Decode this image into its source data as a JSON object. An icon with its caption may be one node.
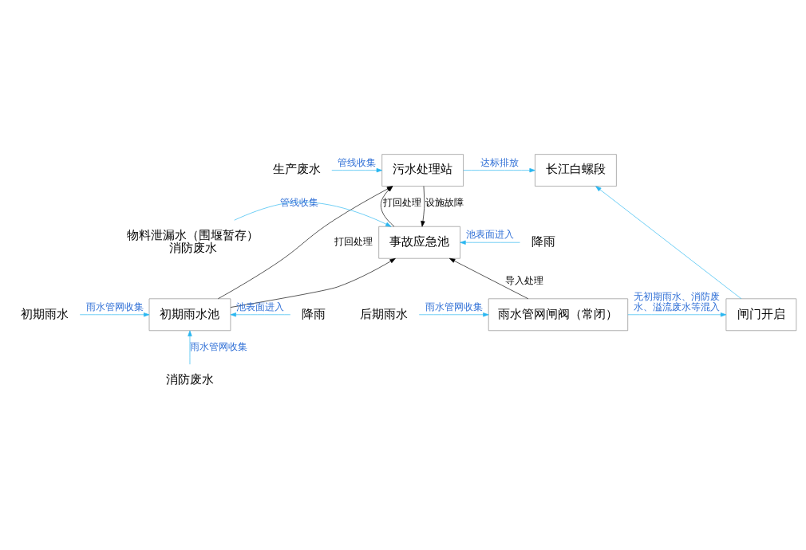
{
  "diagram": {
    "nodes": [
      {
        "text": [
          "生产废水"
        ]
      },
      {
        "text": [
          "污水处理站"
        ]
      },
      {
        "text": [
          "长江白螺段"
        ]
      },
      {
        "text": [
          "物料泄漏水（围堰暂存）",
          "消防废水"
        ]
      },
      {
        "text": [
          "事故应急池"
        ]
      },
      {
        "text": [
          "降雨"
        ]
      },
      {
        "text": [
          "初期雨水"
        ]
      },
      {
        "text": [
          "初期雨水池"
        ]
      },
      {
        "text": [
          "消防废水"
        ]
      },
      {
        "text": [
          "降雨"
        ]
      },
      {
        "text": [
          "后期雨水"
        ]
      },
      {
        "text": [
          "雨水管网闸阀（常闭）"
        ]
      },
      {
        "text": [
          "闸门开启"
        ]
      }
    ],
    "edges": [
      {
        "from": 0,
        "to": 1,
        "arrow": "to",
        "label": "管线收集"
      },
      {
        "from": 1,
        "to": 2,
        "arrow": "to",
        "label": "达标排放"
      },
      {
        "from": 3,
        "to": 4,
        "arrow": "to",
        "label": "管线收集"
      },
      {
        "from": 5,
        "to": 4,
        "arrow": "to",
        "label": "池表面进入"
      },
      {
        "from": 1,
        "to": 4,
        "arrow": "to",
        "label": "设施故障",
        "color": "#000000"
      },
      {
        "from": 4,
        "to": 1,
        "arrow": "to",
        "label": "打回处理",
        "color": "#000000"
      },
      {
        "from": 7,
        "to": 1,
        "arrow": "to",
        "label": "打回处理",
        "color": "#000000"
      },
      {
        "from": 7,
        "to": 4,
        "arrow": "to",
        "color": "#000000"
      },
      {
        "from": 11,
        "to": 4,
        "arrow": "to",
        "label": "导入处理",
        "color": "#000000"
      },
      {
        "from": 6,
        "to": 7,
        "arrow": "to",
        "label": "雨水管网收集"
      },
      {
        "from": 8,
        "to": 7,
        "arrow": "to",
        "label": "雨水管网收集"
      },
      {
        "from": 9,
        "to": 7,
        "arrow": "to",
        "label": "池表面进入"
      },
      {
        "from": 10,
        "to": 11,
        "arrow": "to",
        "label": "雨水管网收集"
      },
      {
        "from": 11,
        "to": 12,
        "arrow": "to",
        "label": "无初期雨水、消防废水、溢流废水等混入"
      },
      {
        "from": 12,
        "to": 2,
        "arrow": "to"
      }
    ]
  }
}
